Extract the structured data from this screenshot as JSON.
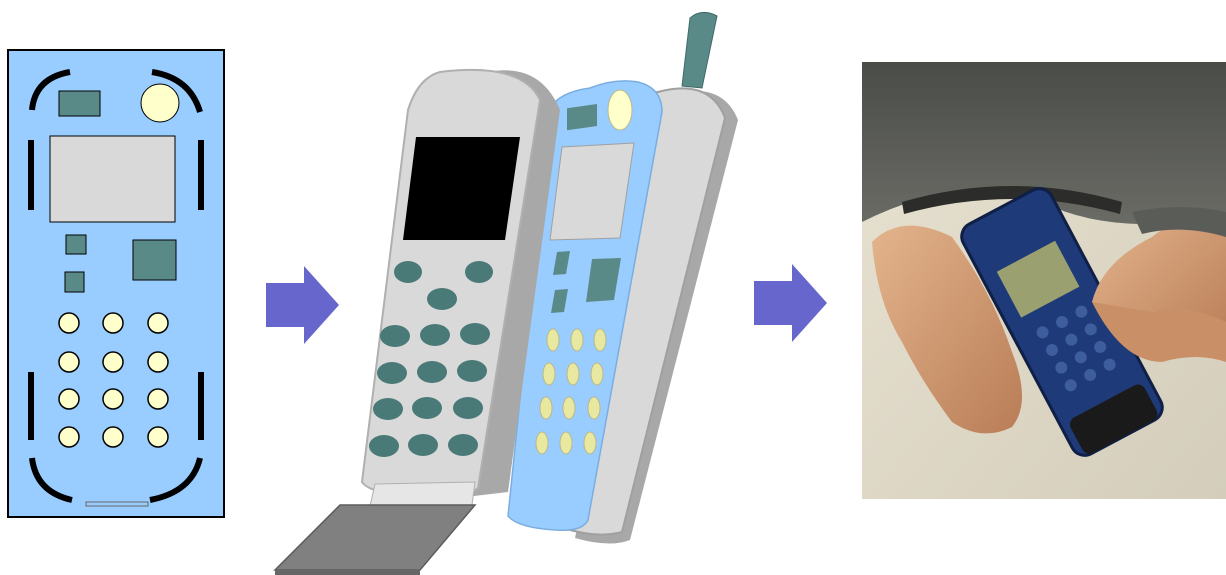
{
  "diagram": {
    "stages": [
      {
        "id": "pcb-layout",
        "description_shown": false
      },
      {
        "id": "exploded-assembly",
        "description_shown": false
      },
      {
        "id": "finished-product-photo",
        "description_shown": false
      }
    ],
    "colors": {
      "board": "#99ccff",
      "housing_light": "#d9d9d9",
      "housing_mid": "#c0c0c0",
      "keypad_button": "#4a7a78",
      "contact_pad": "#ffffcc",
      "component": "#5a8a88",
      "screen": "#000000",
      "arrow": "#6666cc",
      "battery_cover": "#808080",
      "antenna": "#5a8a88",
      "photo_phone": "#1e3a78",
      "photo_display": "#9aa070"
    },
    "icons": [
      "arrow-right-icon",
      "arrow-right-icon"
    ]
  }
}
